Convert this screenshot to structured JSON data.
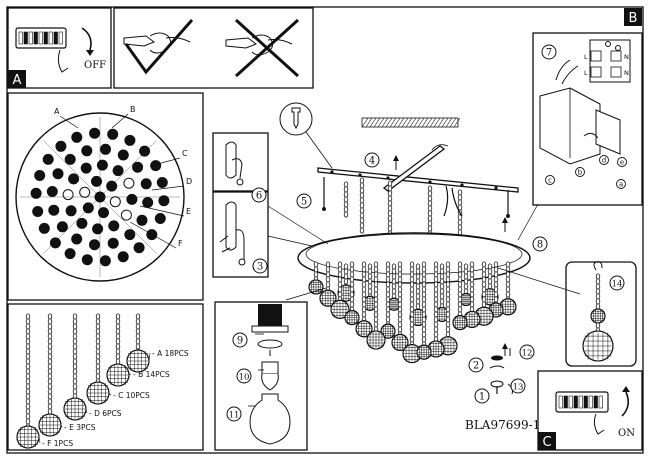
{
  "panels": {
    "a_tag": "A",
    "b_tag": "B",
    "c_tag": "C",
    "off_label": "OFF",
    "on_label": "ON"
  },
  "top_view": {
    "callouts": [
      "A",
      "B",
      "C",
      "D",
      "E",
      "F"
    ]
  },
  "crystals": [
    {
      "letter": "A",
      "count": "18PCS"
    },
    {
      "letter": "B",
      "count": "14PCS"
    },
    {
      "letter": "C",
      "count": "10PCS"
    },
    {
      "letter": "D",
      "count": "6PCS"
    },
    {
      "letter": "E",
      "count": "3PCS"
    },
    {
      "letter": "F",
      "count": "1PCS"
    }
  ],
  "steps": {
    "s1": "1",
    "s2": "2",
    "s3": "3",
    "s4": "4",
    "s5": "5",
    "s6": "6",
    "s7": "7",
    "s8": "8",
    "s9": "9",
    "s10": "10",
    "s11": "11",
    "s12": "12",
    "s13": "13",
    "s14": "14"
  },
  "wiring": {
    "terminals": [
      "L",
      "N",
      "L",
      "N"
    ],
    "markers": [
      "a",
      "b",
      "c",
      "d",
      "e"
    ]
  },
  "model_number": "BLA97699-1"
}
